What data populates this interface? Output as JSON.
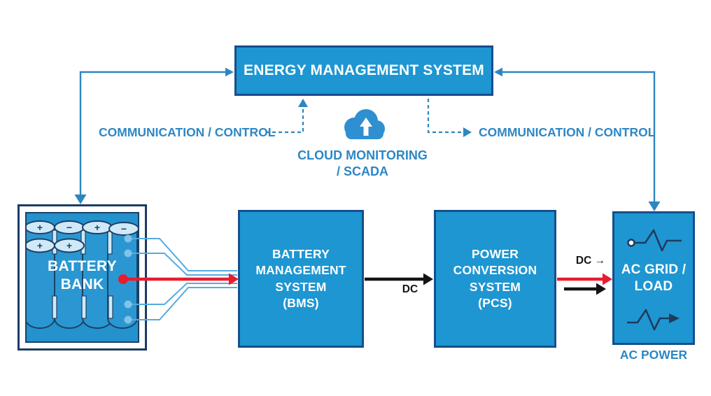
{
  "colors": {
    "box_fill": "#1e96d2",
    "box_border": "#174e8c",
    "battery_border": "#1b3c63",
    "label_blue": "#2d87c5",
    "connector_blue": "#2e86c1",
    "sense_line_blue": "#55abdf",
    "power_red": "#e81c2e",
    "power_black": "#141414",
    "cell_top_light": "#cfe9f8"
  },
  "ems": {
    "label": "ENERGY MANAGEMENT SYSTEM"
  },
  "cloud": {
    "icon": "cloud-upload-icon",
    "line1": "CLOUD MONITORING",
    "line2": "/ SCADA"
  },
  "comm": {
    "left": "COMMUNICATION / CONTROL",
    "right": "COMMUNICATION / CONTROL"
  },
  "battery_bank": {
    "lines": [
      "BATTERY",
      "BANK"
    ],
    "back_signs": [
      "+",
      "−",
      "+",
      "−"
    ],
    "front_signs": [
      "+",
      "+"
    ]
  },
  "bms": {
    "lines": [
      "BATTERY",
      "MANAGEMENT",
      "SYSTEM",
      "(BMS)"
    ]
  },
  "pcs": {
    "lines": [
      "POWER",
      "CONVERSION",
      "SYSTEM",
      "(PCS)"
    ]
  },
  "ac_grid": {
    "lines": [
      "AC GRID /",
      "LOAD"
    ],
    "caption": "AC POWER",
    "icons": [
      "ac-waveform-source-icon",
      "ac-waveform-output-icon"
    ]
  },
  "flows": {
    "dc_mid": "DC",
    "dc_right": "DC →"
  }
}
